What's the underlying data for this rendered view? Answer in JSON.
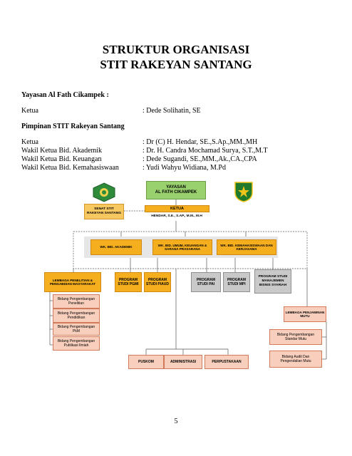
{
  "title": {
    "line1": "STRUKTUR ORGANISASI",
    "line2": "STIT RAKEYAN SANTANG"
  },
  "yayasan": {
    "heading": "Yayasan Al Fath Cikampek :",
    "ketua_label": "Ketua",
    "ketua_value": ": Dede Solihatin, SE"
  },
  "pimpinan": {
    "heading": "Pimpinan STIT Rakeyan Santang",
    "rows": [
      {
        "label": "Ketua",
        "value": ": Dr (C) H. Hendar, SE.,S.Ap.,MM.,MH"
      },
      {
        "label": "Wakil Ketua Bid. Akademik",
        "value": ": Dr. H. Candra Mochamad Surya, S.T.,M.T"
      },
      {
        "label": "Wakil Ketua Bid. Keuangan",
        "value": ": Dede Sugandi, SE.,MM.,Ak.,CA.,CPA"
      },
      {
        "label": "Wakil Ketua Bid. Kemahasiswaan",
        "value": ": Yudi Wahyu Widiana, M.Pd"
      }
    ]
  },
  "chart": {
    "yayasan_line1": "YAYASAN",
    "yayasan_line2": "AL FATH CIKAMPEK",
    "ketua_label": "KETUA",
    "ketua_name": "HENDAR, S.E., S.AP., M.M., M.H",
    "senat": "SENAT STIT RAKEYAN SANTANG",
    "wk_akademik": "WK. BID. AKADEMIK",
    "wk_umum": "WK. BID. UMUM, KEUANGAN & SARANA PRASARANA",
    "wk_kemahasiswaan": "WK. BID. KEMAHASISWAAN DAN KERJASAMA",
    "lppm": "LEMBAGA PENELITIAN & PENGABDIAN MASYARAKAT",
    "prodi_pgmi": "PROGRAM STUDI PGMI",
    "prodi_piaud": "PROGRAM STUDI PIAUD",
    "prodi_pai": "PROGRAM STUDI PAI",
    "prodi_mpi": "PROGRAM STUDI MPI",
    "prodi_mbs": "PROGRAM STUDI MANAJEMEN BISNIS SYARIAH",
    "bidang_penelitian": "Bidang Pengembangan Penelitian",
    "bidang_pendidikan": "Bidang Pengembangan Pendidikan",
    "bidang_pkm": "Bidang Pengembangan PkM",
    "bidang_publikasi": "Bidang Pengembangan Publikasi Ilmiah",
    "lpm": "LEMBAGA PENJAMINAN MUTU",
    "bidang_standar": "Bidang Pengembangan Standar Mutu",
    "bidang_audit": "Bidang Audit Dan Pengendalian Mutu",
    "puskom": "PUSKOM",
    "administrasi": "ADMINISTRASI",
    "perpustakaan": "PERPUSTAKAAN"
  },
  "logos": {
    "left": "logo-left-icon",
    "right": "logo-right-icon"
  },
  "colors": {
    "green": "#9ad16f",
    "yellow": "#f5ae1e",
    "gray": "#c9c9c9",
    "peach": "#f8cfbc"
  },
  "page_number": "5"
}
